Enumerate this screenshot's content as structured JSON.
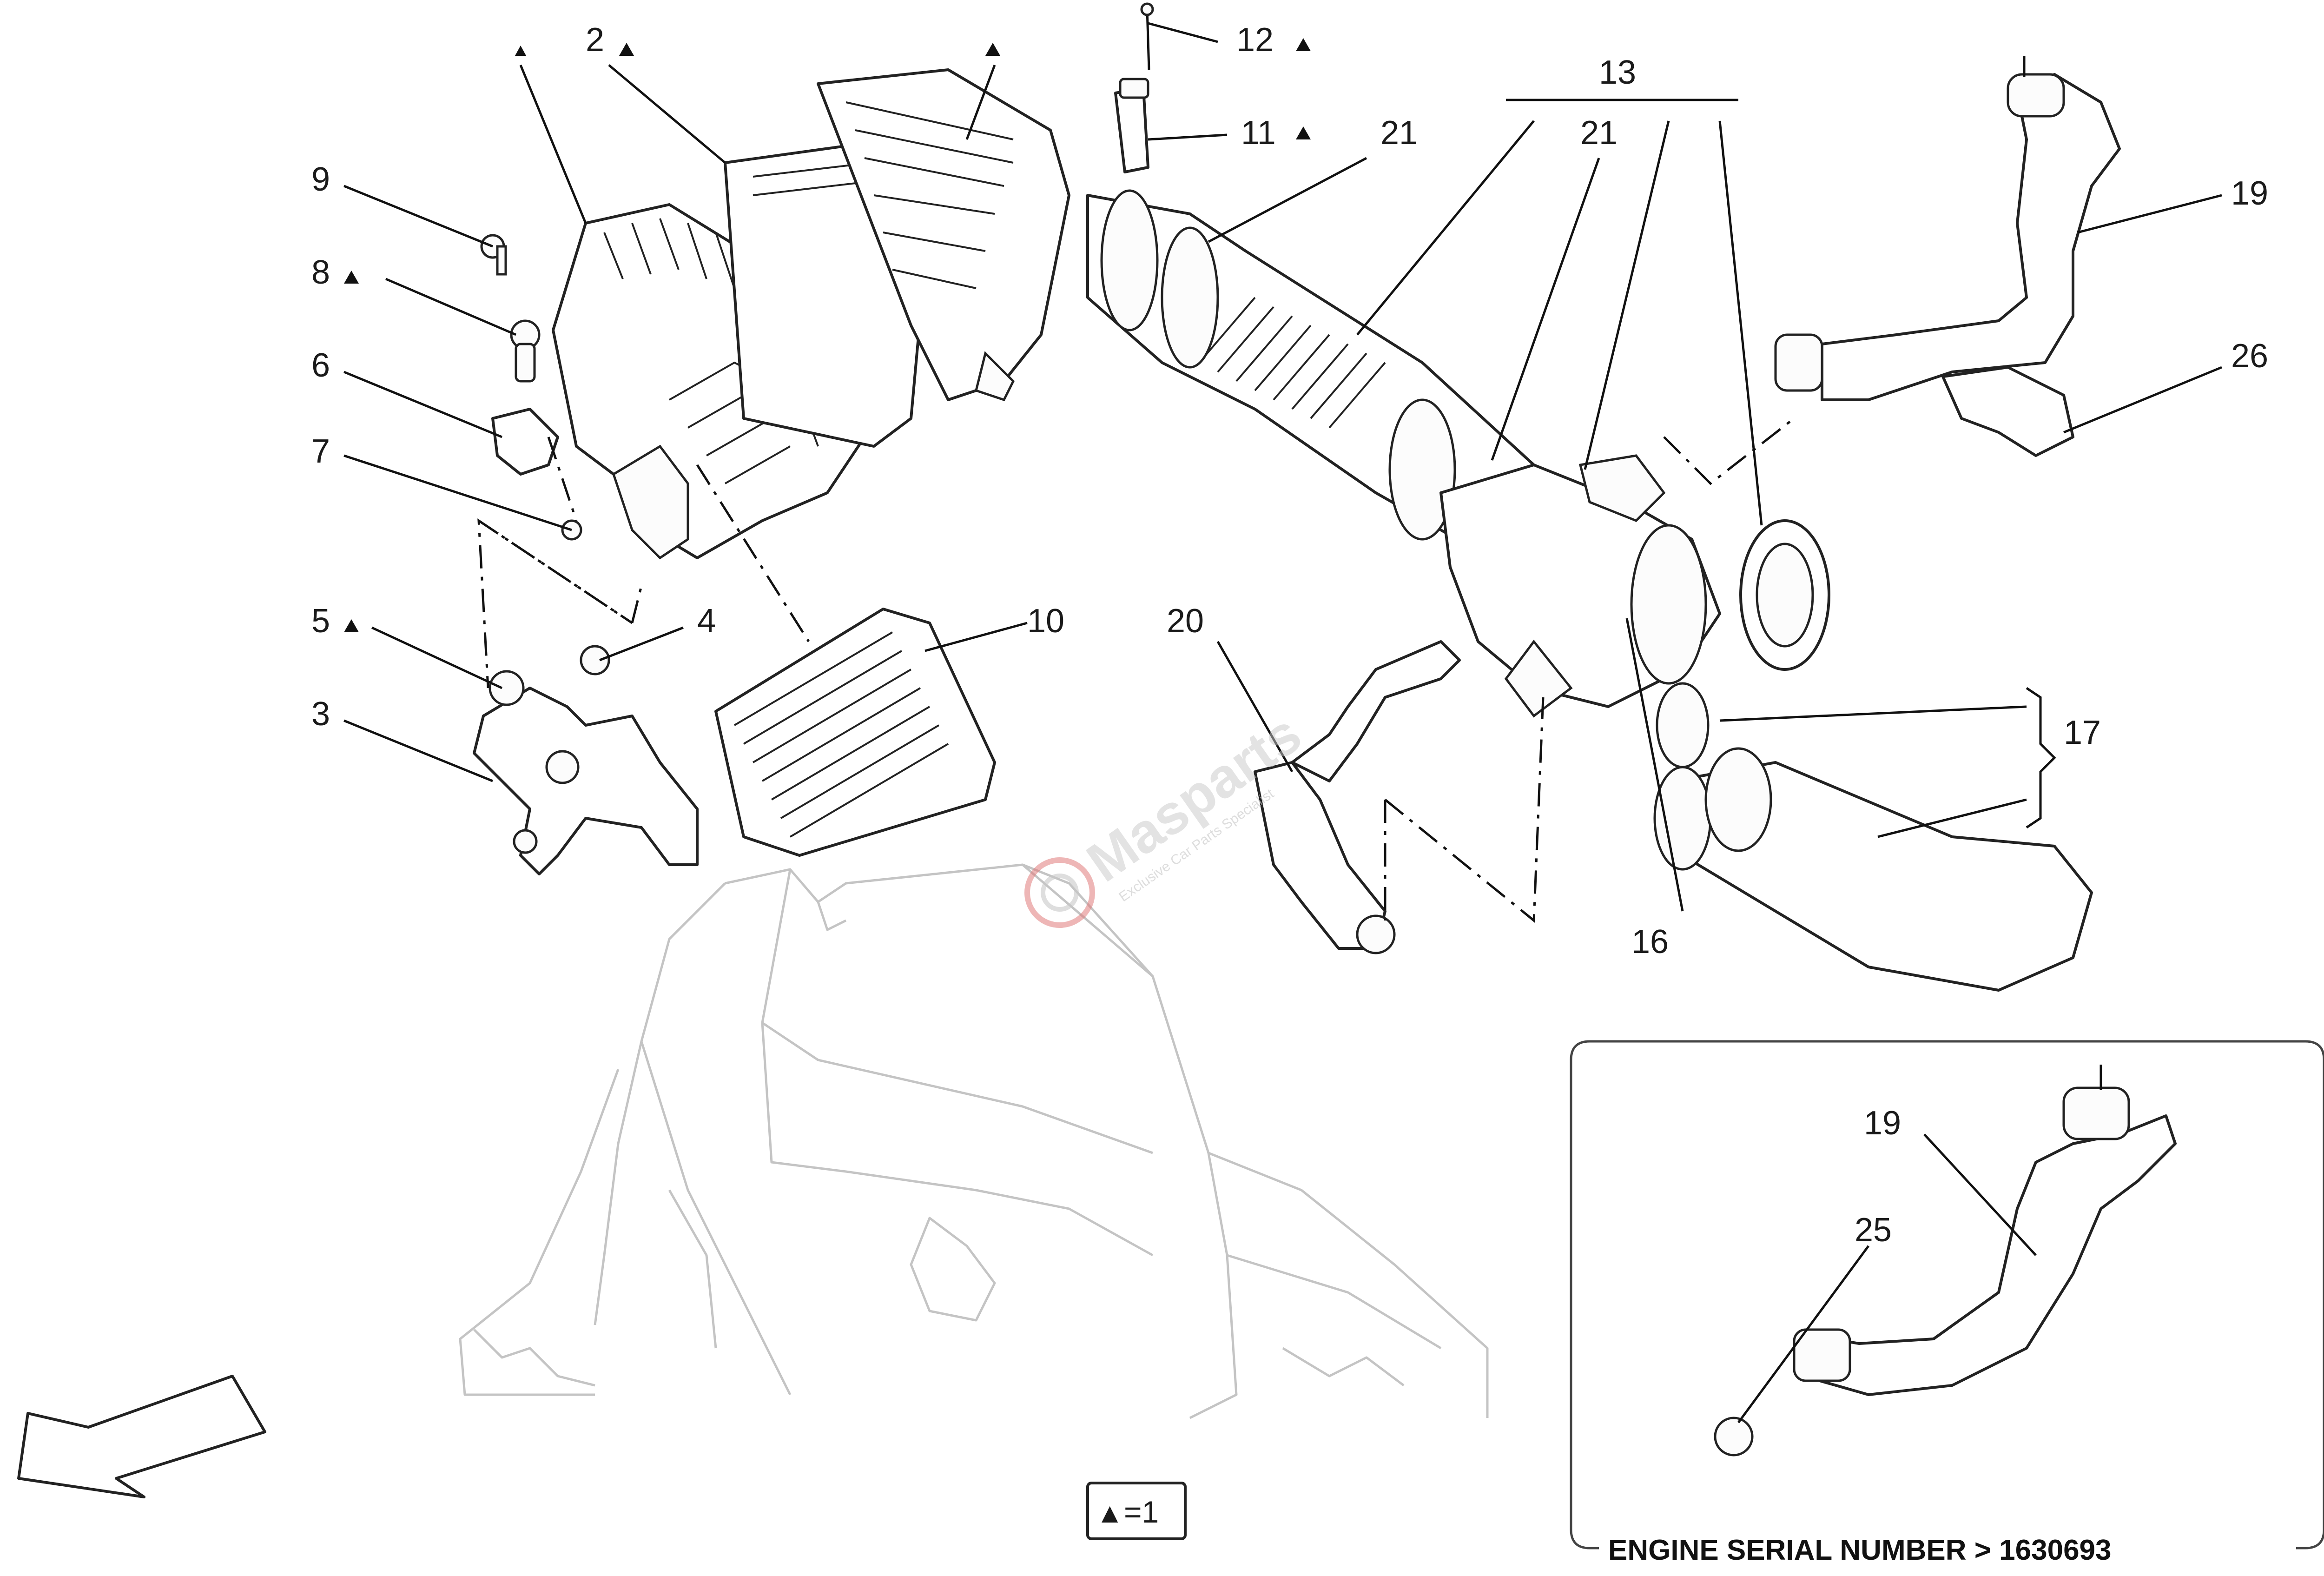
{
  "callouts": [
    {
      "id": "c9",
      "text": "9",
      "tri": false
    },
    {
      "id": "c8",
      "text": "8",
      "tri": true
    },
    {
      "id": "c6",
      "text": "6",
      "tri": false
    },
    {
      "id": "c7",
      "text": "7",
      "tri": false
    },
    {
      "id": "c5",
      "text": "5",
      "tri": true
    },
    {
      "id": "c4",
      "text": "4",
      "tri": false
    },
    {
      "id": "c3",
      "text": "3",
      "tri": false
    },
    {
      "id": "c2",
      "text": "2",
      "tri": true
    },
    {
      "id": "c12",
      "text": "12",
      "tri": true
    },
    {
      "id": "c11",
      "text": "11",
      "tri": true
    },
    {
      "id": "c21a",
      "text": "21",
      "tri": false
    },
    {
      "id": "c13",
      "text": "13",
      "tri": false
    },
    {
      "id": "c21b",
      "text": "21",
      "tri": false
    },
    {
      "id": "c10",
      "text": "10",
      "tri": false
    },
    {
      "id": "c20",
      "text": "20",
      "tri": false
    },
    {
      "id": "c16",
      "text": "16",
      "tri": false
    },
    {
      "id": "c17",
      "text": "17",
      "tri": false
    },
    {
      "id": "c19",
      "text": "19",
      "tri": false
    },
    {
      "id": "c26",
      "text": "26",
      "tri": false
    },
    {
      "id": "c19b",
      "text": "19",
      "tri": false
    },
    {
      "id": "c25",
      "text": "25",
      "tri": false
    }
  ],
  "legend": {
    "symbol": "▲",
    "text": "=1"
  },
  "inset": {
    "caption": "ENGINE SERIAL NUMBER > 1630693"
  },
  "watermark": {
    "brand": "Masparts",
    "tagline": "Exclusive Car Parts Specialist"
  },
  "direction_arrow": {
    "icon": "front-direction-arrow-icon"
  },
  "colors": {
    "line": "#222222",
    "ghost": "#c4c4c4",
    "watermark": "#c8c8c8",
    "logo": "#e06060"
  }
}
